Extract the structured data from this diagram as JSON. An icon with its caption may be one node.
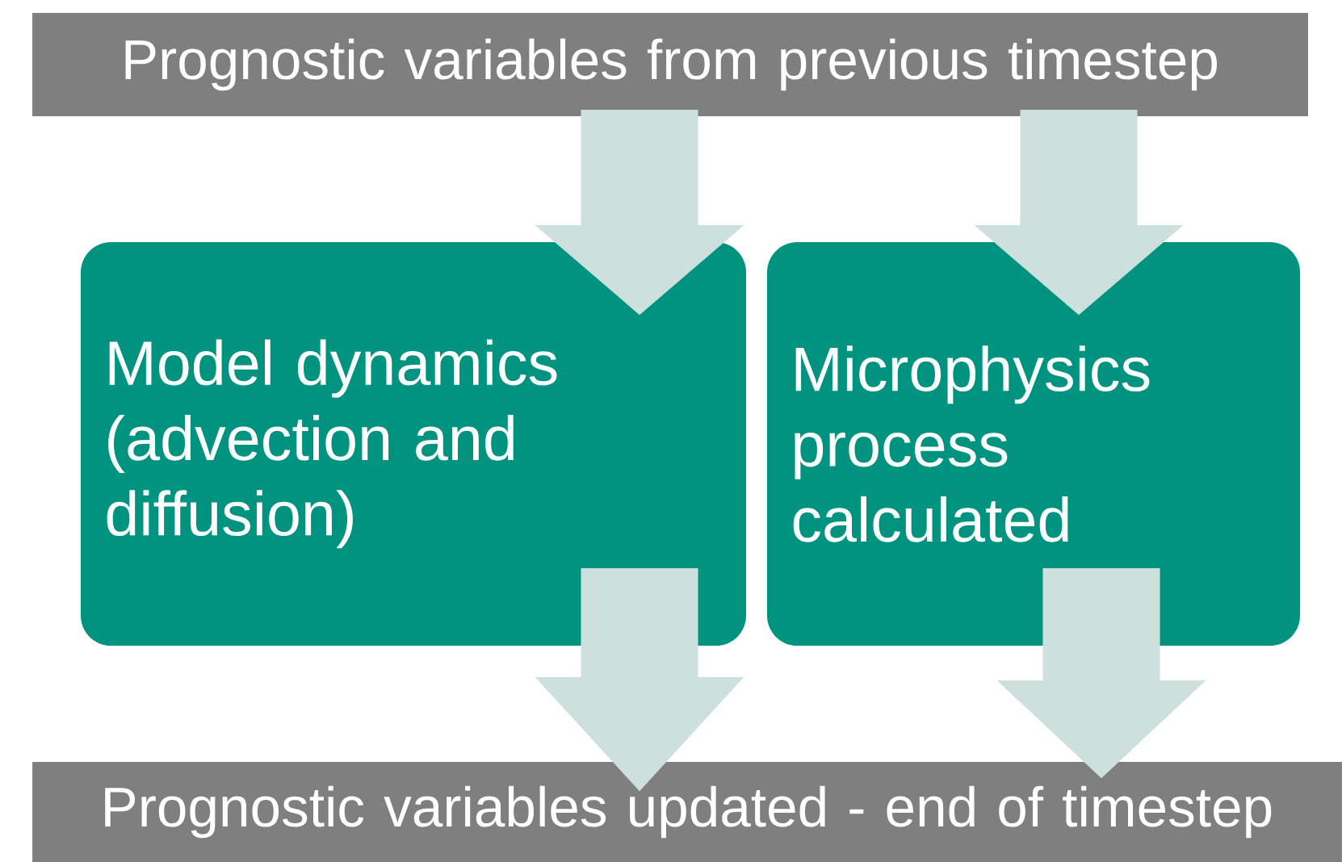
{
  "diagram": {
    "nodes": [
      {
        "text": [
          "Prognostic variables from previous timestep"
        ]
      },
      {
        "text": [
          "Model dynamics (advection and diffusion)"
        ]
      },
      {
        "text": [
          "Microphysics process calculated"
        ]
      },
      {
        "text": [
          "Prognostic variables updated - end of timestep"
        ]
      }
    ],
    "edges": [
      {
        "from": 0,
        "to": 1,
        "arrow": "to"
      },
      {
        "from": 0,
        "to": 2,
        "arrow": "to"
      },
      {
        "from": 1,
        "to": 3,
        "arrow": "to"
      },
      {
        "from": 2,
        "to": 3,
        "arrow": "to"
      }
    ]
  }
}
